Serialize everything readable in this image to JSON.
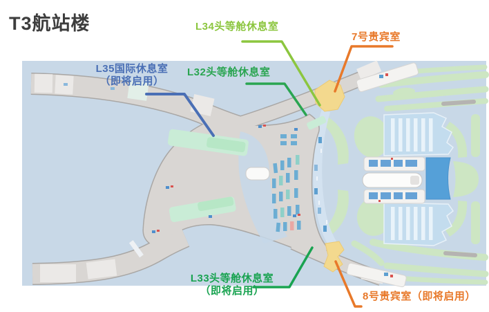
{
  "page": {
    "title": "T3航站楼",
    "title_color": "#3d3d3d"
  },
  "map": {
    "background_color": "#c8d8e7",
    "terminal_color": "#d9d6d3",
    "lounge_highlight_color": "#f3d98e",
    "labels": {
      "l34": {
        "text": "L34头等舱休息室",
        "color": "#8cc63f"
      },
      "vip7": {
        "text": "7号贵宾室",
        "color": "#e8792a"
      },
      "l35": {
        "line1": "L35国际休息室",
        "line2": "（即将启用）",
        "color": "#4a6fb5"
      },
      "l32": {
        "text": "L32头等舱休息室",
        "color": "#2aa551"
      },
      "l33": {
        "line1": "L33头等舱休息室",
        "line2": "（即将启用）",
        "color": "#19a351"
      },
      "vip8": {
        "text": "8号贵宾室（即将启用）",
        "color": "#e8792a"
      }
    }
  }
}
